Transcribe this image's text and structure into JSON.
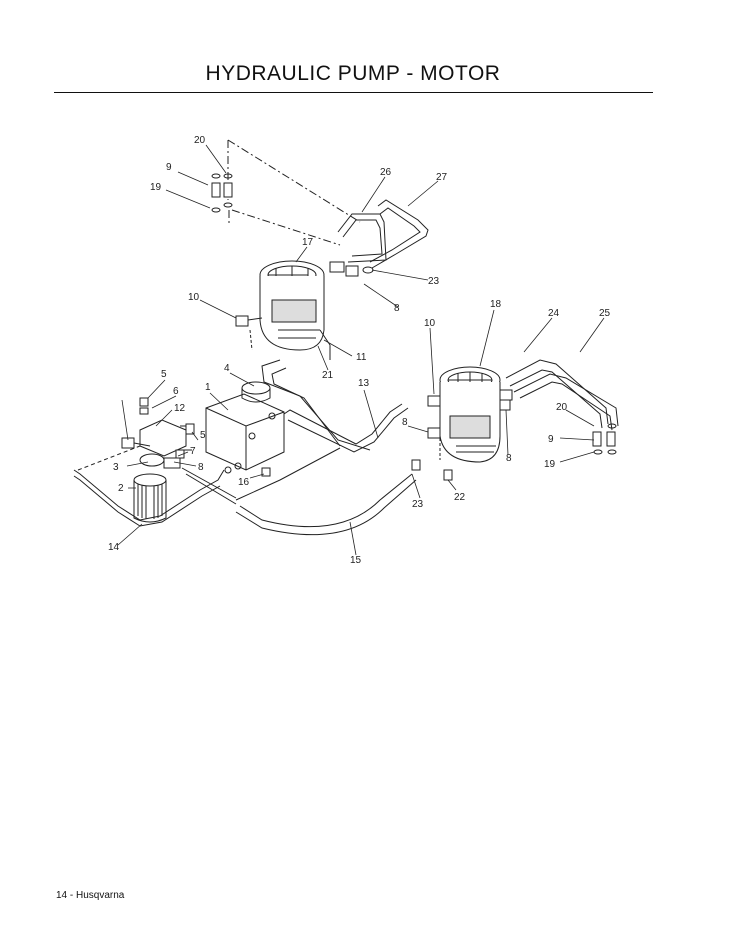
{
  "page": {
    "title": "HYDRAULIC PUMP - MOTOR",
    "footer": "14 - Husqvarna"
  },
  "diagram": {
    "callouts": [
      "20",
      "9",
      "19",
      "26",
      "27",
      "17",
      "23",
      "8",
      "10",
      "11",
      "21",
      "18",
      "24",
      "25",
      "10",
      "5",
      "4",
      "6",
      "1",
      "13",
      "12",
      "5",
      "7",
      "3",
      "8",
      "16",
      "2",
      "14",
      "15",
      "8",
      "23",
      "22",
      "20",
      "9",
      "19",
      "8"
    ]
  }
}
